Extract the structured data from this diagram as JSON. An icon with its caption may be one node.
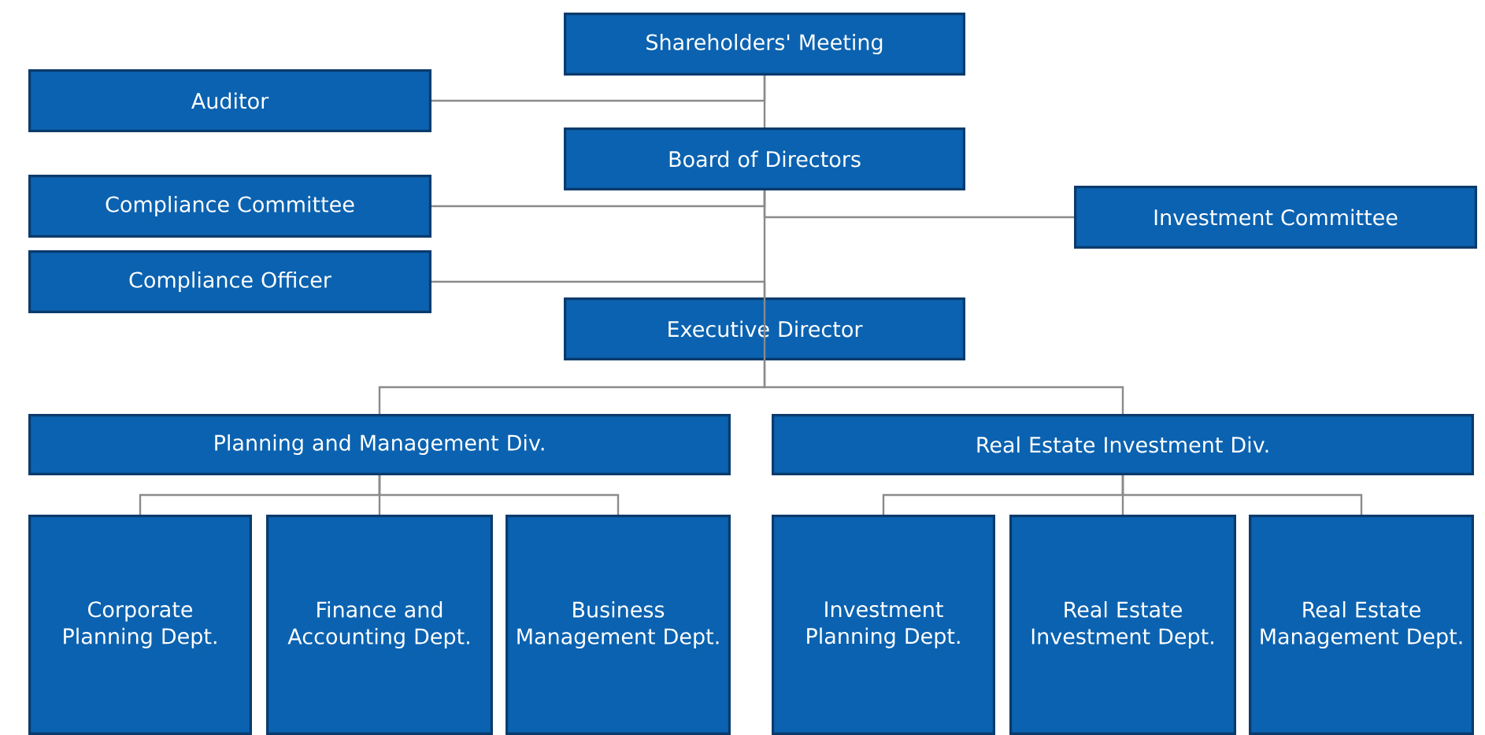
{
  "diagram": {
    "nodes": [
      {
        "text": [
          "Shareholders' Meeting"
        ]
      },
      {
        "text": [
          "Auditor"
        ]
      },
      {
        "text": [
          "Board of Directors"
        ]
      },
      {
        "text": [
          "Compliance Committee"
        ]
      },
      {
        "text": [
          "Investment Committee"
        ]
      },
      {
        "text": [
          "Compliance Officer"
        ]
      },
      {
        "text": [
          "Executive Director"
        ]
      },
      {
        "text": [
          "Planning and Management Div."
        ]
      },
      {
        "text": [
          "Real Estate Investment Div."
        ]
      },
      {
        "text": [
          "Corporate Planning Dept."
        ]
      },
      {
        "text": [
          "Finance and Accounting Dept."
        ]
      },
      {
        "text": [
          "Business Management Dept."
        ]
      },
      {
        "text": [
          "Investment Planning Dept."
        ]
      },
      {
        "text": [
          "Real Estate Investment Dept."
        ]
      },
      {
        "text": [
          "Real Estate Management Dept."
        ]
      }
    ],
    "edges": [
      {
        "from": 0,
        "to": 2,
        "arrow": "none"
      },
      {
        "from": 0,
        "to": 1,
        "arrow": "none"
      },
      {
        "from": 2,
        "to": 3,
        "arrow": "none"
      },
      {
        "from": 2,
        "to": 4,
        "arrow": "none"
      },
      {
        "from": 6,
        "to": 5,
        "arrow": "none"
      },
      {
        "from": 2,
        "to": 6,
        "arrow": "none"
      },
      {
        "from": 6,
        "to": 7,
        "arrow": "none"
      },
      {
        "from": 6,
        "to": 8,
        "arrow": "none"
      },
      {
        "from": 7,
        "to": 9,
        "arrow": "none"
      },
      {
        "from": 7,
        "to": 10,
        "arrow": "none"
      },
      {
        "from": 7,
        "to": 11,
        "arrow": "none"
      },
      {
        "from": 8,
        "to": 12,
        "arrow": "none"
      },
      {
        "from": 8,
        "to": 13,
        "arrow": "none"
      },
      {
        "from": 8,
        "to": 14,
        "arrow": "none"
      }
    ]
  }
}
